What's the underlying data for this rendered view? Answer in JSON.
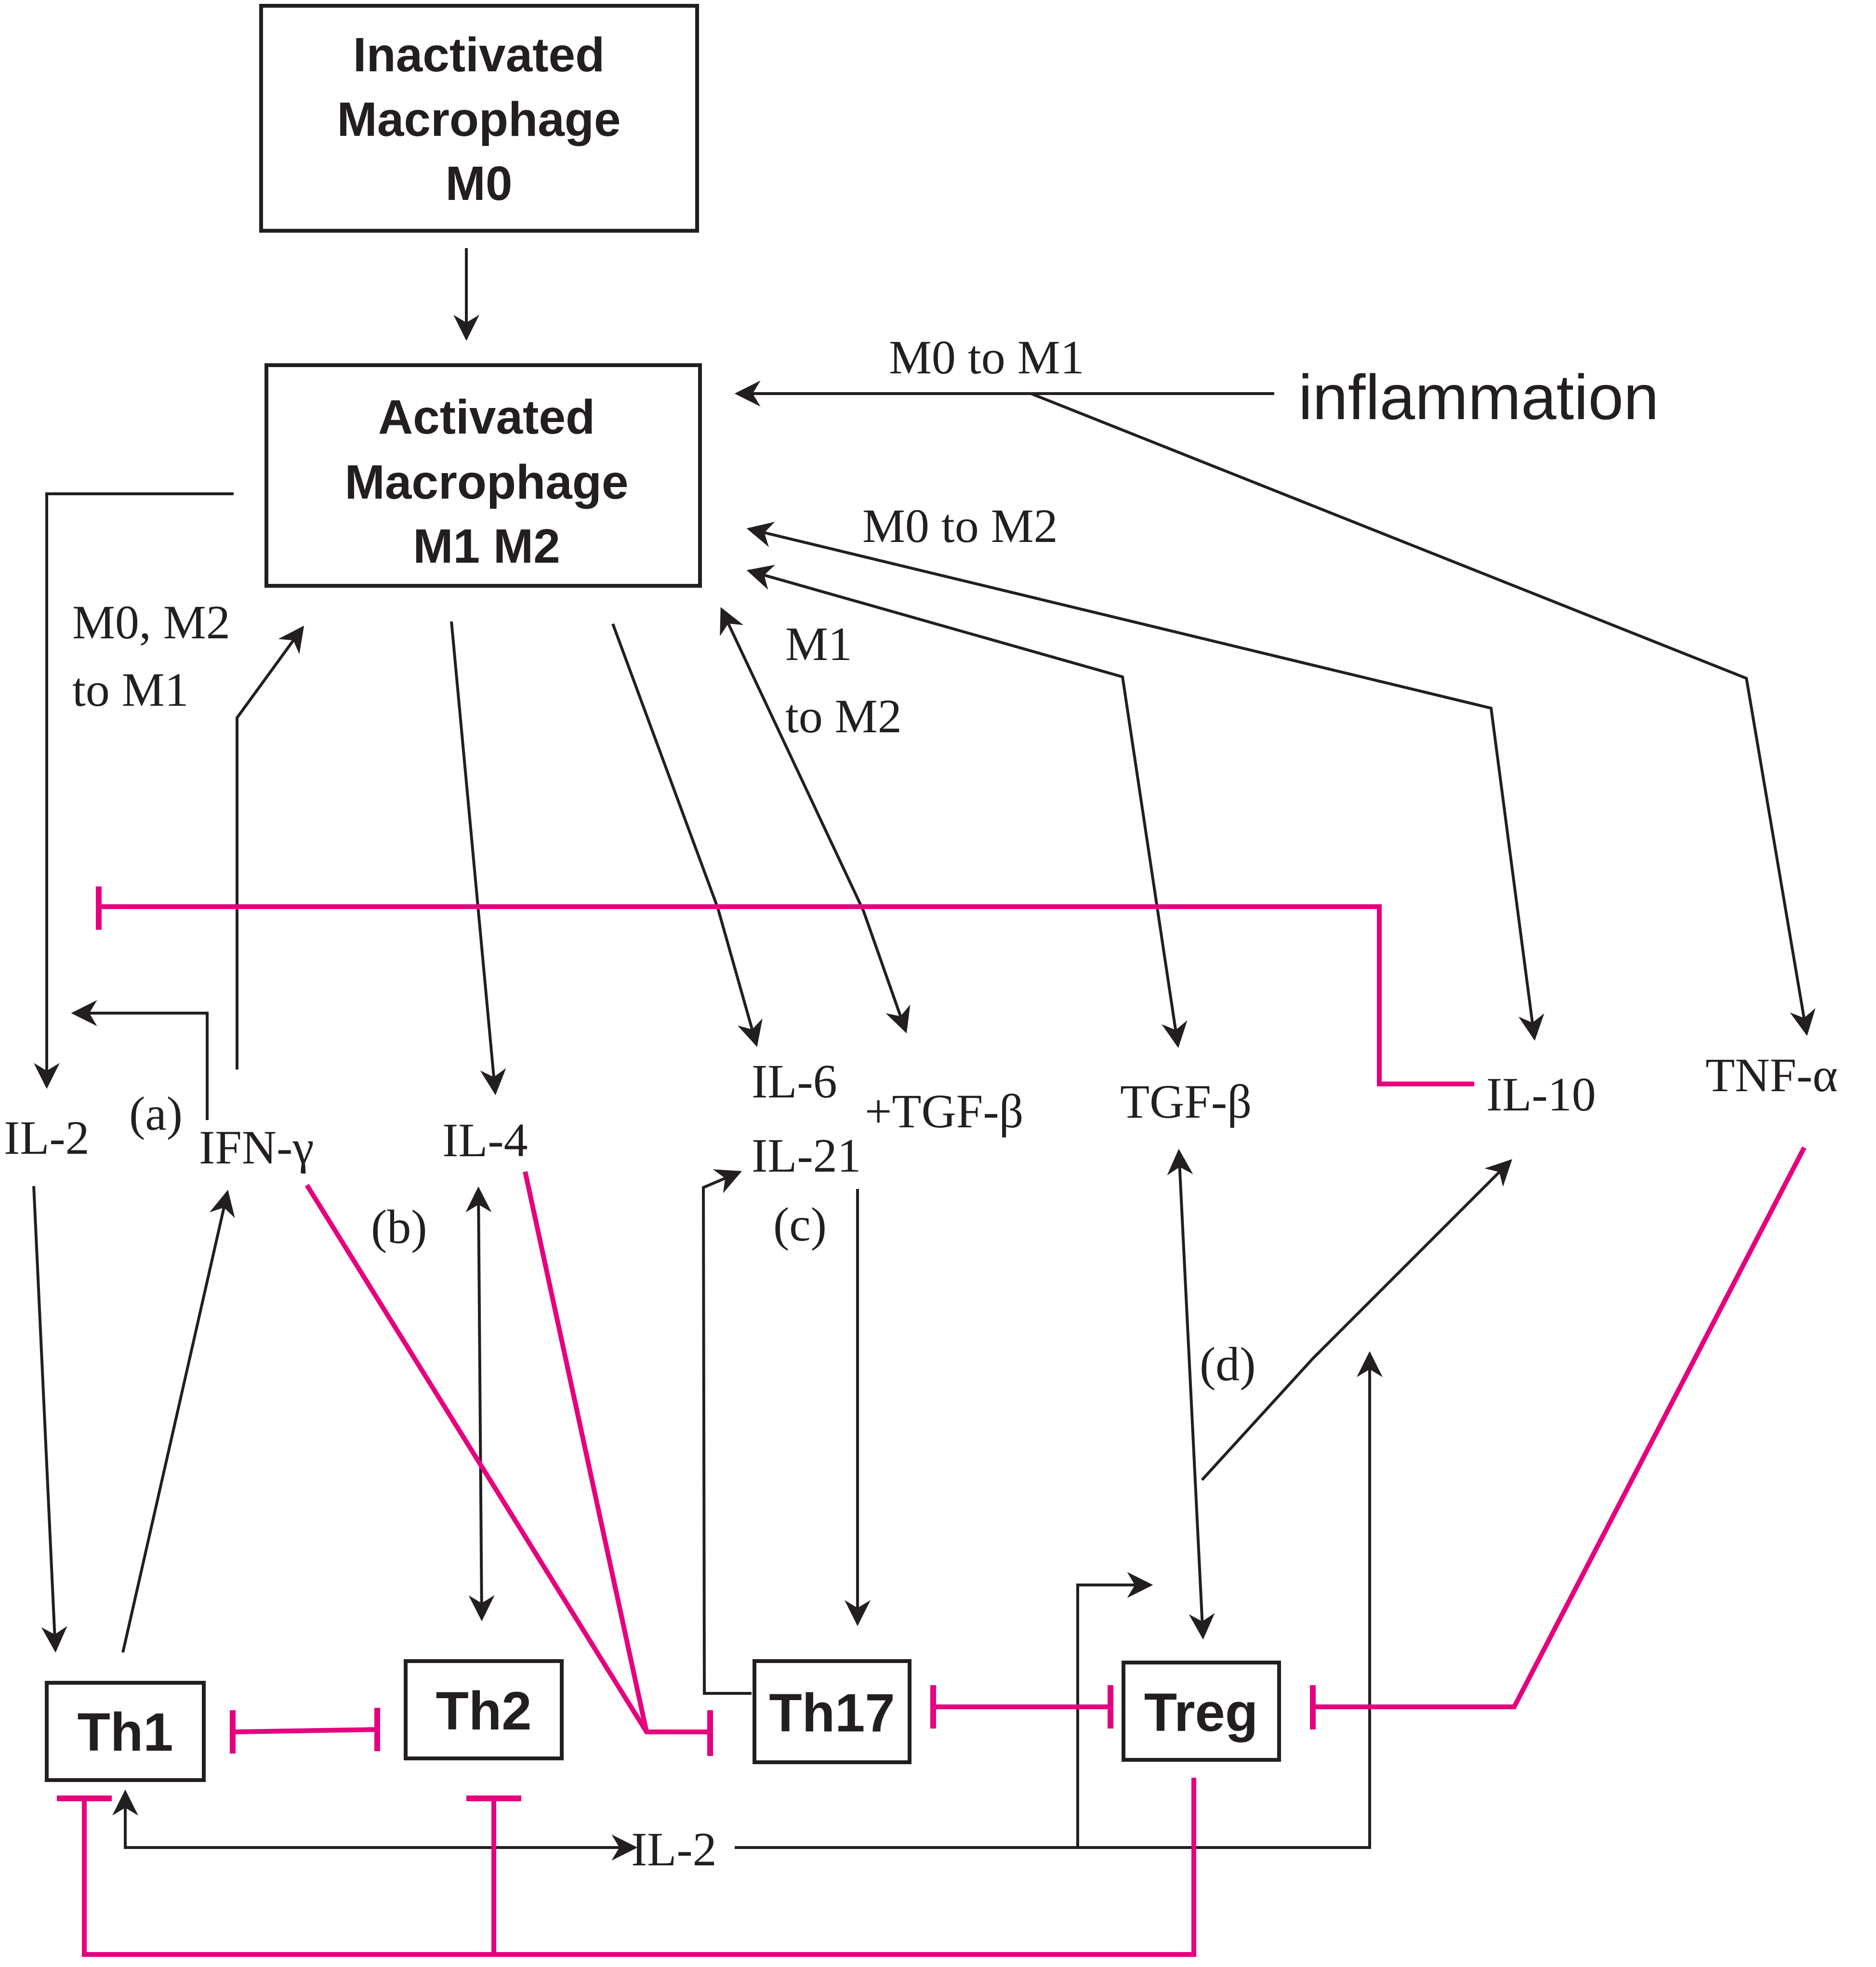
{
  "diagram": {
    "nodes": {
      "m0": {
        "line1": "Inactivated",
        "line2": "Macrophage",
        "line3": "M0"
      },
      "m1m2": {
        "line1": "Activated",
        "line2": "Macrophage",
        "line3": "M1 M2"
      },
      "th1": "Th1",
      "th2": "Th2",
      "th17": "Th17",
      "treg": "Treg"
    },
    "cytokines": {
      "il2_left": "IL-2",
      "ifn": "IFN-γ",
      "il4": "IL-4",
      "il6": "IL-6",
      "il21": "IL-21",
      "tgfb_plus": "+TGF-β",
      "tgfb": "TGF-β",
      "il10": "IL-10",
      "tnf": "TNF-α",
      "il2_bottom": "IL-2",
      "inflammation": "inflammation"
    },
    "edge_labels": {
      "m0_to_m1": "M0 to M1",
      "m0_to_m2": "M0 to M2",
      "m0m2_to_m1_l1": "M0, M2",
      "m0m2_to_m1_l2": "to M1",
      "m1_to_m2_l1": "M1",
      "m1_to_m2_l2": "to M2"
    },
    "panel_labels": {
      "a": "(a)",
      "b": "(b)",
      "c": "(c)",
      "d": "(d)"
    }
  },
  "colors": {
    "activation": "#231f20",
    "inhibition": "#e6007e"
  }
}
